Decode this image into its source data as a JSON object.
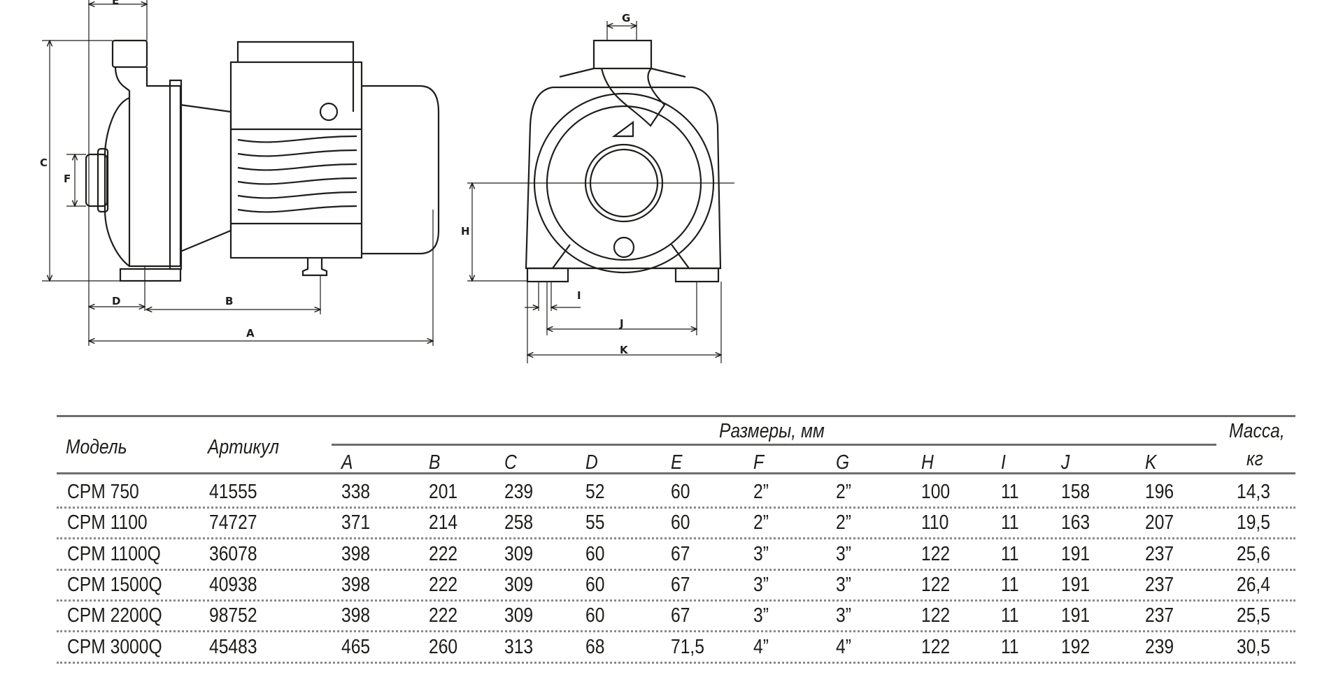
{
  "drawing": {
    "labels": {
      "A": "A",
      "B": "B",
      "C": "C",
      "D": "D",
      "E": "E",
      "F": "F",
      "G": "G",
      "H": "H",
      "I": "I",
      "J": "J",
      "K": "K"
    }
  },
  "table": {
    "headers": {
      "model": "Модель",
      "article": "Артикул",
      "dimensions": "Размеры, мм",
      "mass_line1": "Масса,",
      "mass_line2": "кг",
      "dim_columns": [
        "A",
        "B",
        "C",
        "D",
        "E",
        "F",
        "G",
        "H",
        "I",
        "J",
        "K"
      ]
    },
    "rows": [
      {
        "model": "CPM 750",
        "article": "41555",
        "dims": [
          "338",
          "201",
          "239",
          "52",
          "60",
          "2”",
          "2”",
          "100",
          "11",
          "158",
          "196"
        ],
        "mass": "14,3"
      },
      {
        "model": "CPM 1100",
        "article": "74727",
        "dims": [
          "371",
          "214",
          "258",
          "55",
          "60",
          "2”",
          "2”",
          "110",
          "11",
          "163",
          "207"
        ],
        "mass": "19,5"
      },
      {
        "model": "CPM 1100Q",
        "article": "36078",
        "dims": [
          "398",
          "222",
          "309",
          "60",
          "67",
          "3”",
          "3”",
          "122",
          "11",
          "191",
          "237"
        ],
        "mass": "25,6"
      },
      {
        "model": "CPM 1500Q",
        "article": "40938",
        "dims": [
          "398",
          "222",
          "309",
          "60",
          "67",
          "3”",
          "3”",
          "122",
          "11",
          "191",
          "237"
        ],
        "mass": "26,4"
      },
      {
        "model": "CPM 2200Q",
        "article": "98752",
        "dims": [
          "398",
          "222",
          "309",
          "60",
          "67",
          "3”",
          "3”",
          "122",
          "11",
          "191",
          "237"
        ],
        "mass": "25,5"
      },
      {
        "model": "CPM 3000Q",
        "article": "45483",
        "dims": [
          "465",
          "260",
          "313",
          "68",
          "71,5",
          "4”",
          "4”",
          "122",
          "11",
          "192",
          "239"
        ],
        "mass": "30,5"
      }
    ]
  }
}
